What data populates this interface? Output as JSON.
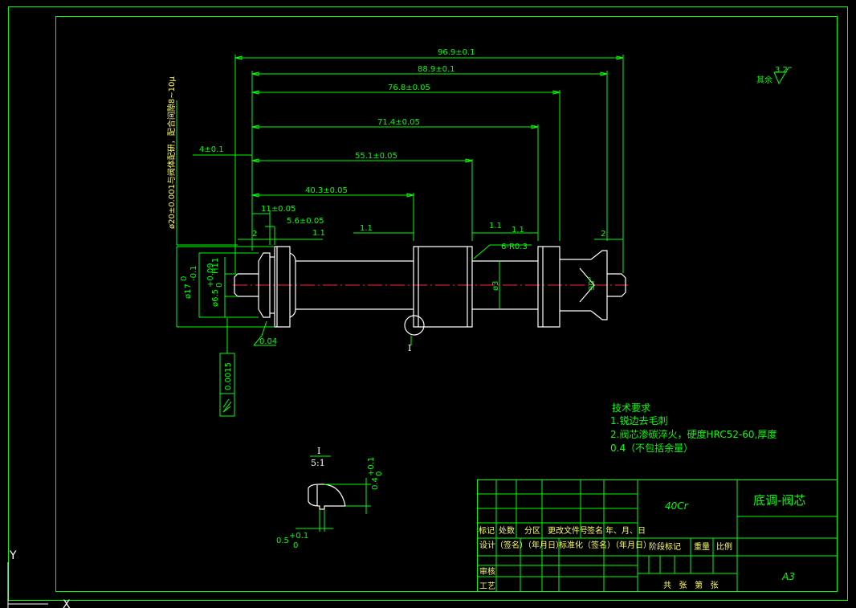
{
  "dimensions": {
    "d_96_9": "96.9±0.1",
    "d_88_9": "88.9±0.1",
    "d_76_8": "76.8±0.05",
    "d_71_4": "71.4±0.05",
    "d_55_1": "55.1±0.05",
    "d_40_3": "40.3±0.05",
    "d_4": "4±0.1",
    "d_11": "11±0.05",
    "d_5_6": "5.6±0.05",
    "d_1_1": "1.1",
    "d_2": "2",
    "fillet": "6-R0.3",
    "dia_3": "ø3",
    "dia_17": "ø17",
    "dia_17_tol_up": "0",
    "dia_17_tol_low": "-0.1",
    "dia_6_5": "ø6.5",
    "dia_6_5_tol_up": "+0.09",
    "dia_6_5_tol_low": "0",
    "dia_6_5_fit": "H11",
    "angle_90": "90°",
    "vert_note": "ø20±0.001与阀体配研，配合间隙8~10μ",
    "flatness": "0.04",
    "runout": "0.0015",
    "detail_tag": "I",
    "roughness_label": "其余",
    "roughness_value": "3.2"
  },
  "detail": {
    "label": "I",
    "scale": "5:1",
    "depth": "0.4",
    "depth_tol_up": "+0.1",
    "depth_tol_low": "0",
    "width": "0.5",
    "width_tol_up": "+0.1",
    "width_tol_low": "0"
  },
  "tech": {
    "title": "技术要求",
    "line1": "1.锐边去毛刺",
    "line2": "2.阀芯渗碳淬火，硬度HRC52-60,厚度",
    "line3": "0.4（不包括余量）"
  },
  "title_block": {
    "material": "40Cr",
    "part_name": "底调-阀芯",
    "sheet_size": "A3",
    "h_biaoji": "标记",
    "h_chushu": "处数",
    "h_fenqu": "分区",
    "h_gengai": "更改文件号",
    "h_qianming": "签名",
    "h_date": "年、月、日",
    "sheji": "设计（签名）（年月日）",
    "biaozhunhua": "标准化（签名）（年月日）",
    "jieduan": "阶段标记",
    "zhongliang": "重量",
    "bili": "比例",
    "shenhe": "审核",
    "gongyi": "工艺",
    "sheets": "共   张   第   张"
  },
  "ucs": {
    "x": "X",
    "y": "Y"
  },
  "colors": {
    "background": "#000000",
    "lines": "#00ff00",
    "part": "#ffffff",
    "centerline": "#ff2a2a",
    "labels": "#ffff66"
  }
}
